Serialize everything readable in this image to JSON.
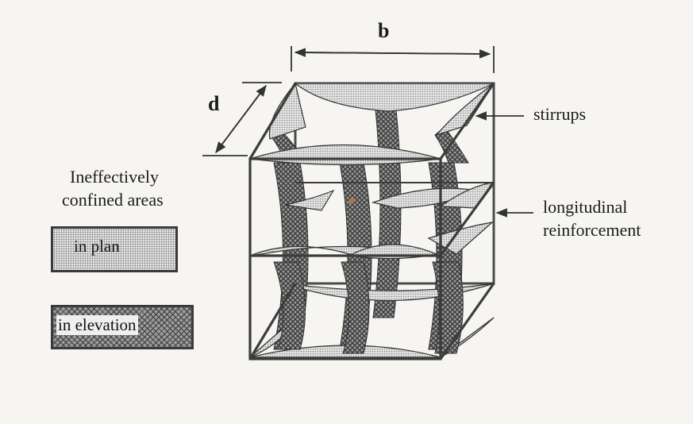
{
  "labels": {
    "dimension_b": "b",
    "dimension_d": "d",
    "stirrups": "stirrups",
    "longitudinal_line1": "longitudinal",
    "longitudinal_line2": "reinforcement",
    "legend_title_line1": "Ineffectively",
    "legend_title_line2": "confined areas"
  },
  "legend": {
    "plan": "in plan",
    "elevation": "in elevation"
  },
  "colors": {
    "frame": "#3c3c3c",
    "plan_fill": "#cfcfcf",
    "elevation_fill": "#6e6e6e",
    "background": "#f6f5f1"
  }
}
